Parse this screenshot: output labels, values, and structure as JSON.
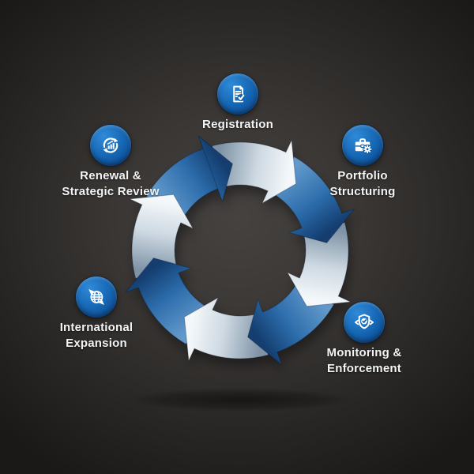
{
  "colors": {
    "background_center": "#454240",
    "background_edge": "#1a1918",
    "badge_blue_light": "#2f8ad8",
    "badge_blue_dark": "#0a4083",
    "badge_blue_mid": "#1261ae",
    "label_text": "#f3f4f5",
    "arrow_light": [
      "#7e93a6",
      "#cfdae3",
      "#f4f8fa"
    ],
    "arrow_blue": [
      "#6299cb",
      "#2d6dac",
      "#143e70"
    ]
  },
  "cycle": {
    "arrow_count": 8,
    "direction": "clockwise",
    "pattern": [
      "light",
      "blue",
      "light",
      "blue",
      "light",
      "blue",
      "light",
      "blue"
    ]
  },
  "stages": [
    {
      "id": "registration",
      "icon": "document-check-icon",
      "label_lines": [
        "Registration"
      ]
    },
    {
      "id": "portfolio-structuring",
      "icon": "briefcase-gear-icon",
      "label_lines": [
        "Portfolio",
        "Structuring"
      ]
    },
    {
      "id": "monitoring-enforcement",
      "icon": "shield-check-icon",
      "label_lines": [
        "Monitoring &",
        "Enforcement"
      ]
    },
    {
      "id": "international-expansion",
      "icon": "globe-arrows-icon",
      "label_lines": [
        "International",
        "Expansion"
      ]
    },
    {
      "id": "renewal-strategic-review",
      "icon": "renewal-chart-icon",
      "label_lines": [
        "Renewal &",
        "Strategic Review"
      ]
    }
  ]
}
